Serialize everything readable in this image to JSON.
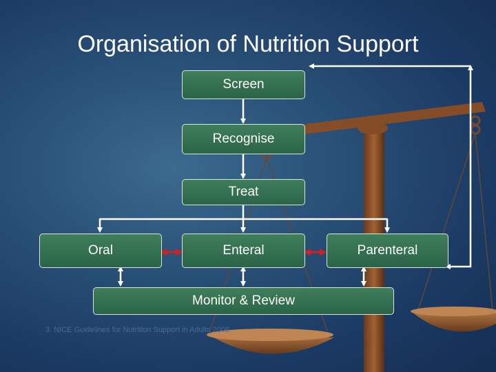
{
  "title": "Organisation of Nutrition Support",
  "nodes": {
    "screen": "Screen",
    "recognise": "Recognise",
    "treat": "Treat",
    "oral": "Oral",
    "enteral": "Enteral",
    "parenteral": "Parenteral",
    "monitor": "Monitor & Review"
  },
  "footnote": "3. NICE Guidelines for Nutrition Support in Adults 2006",
  "colors": {
    "box_fill": "#2f6b4c",
    "connector": "#ffffff",
    "bidirectional_arrow": "#d81e1e",
    "background": "#23466e"
  }
}
